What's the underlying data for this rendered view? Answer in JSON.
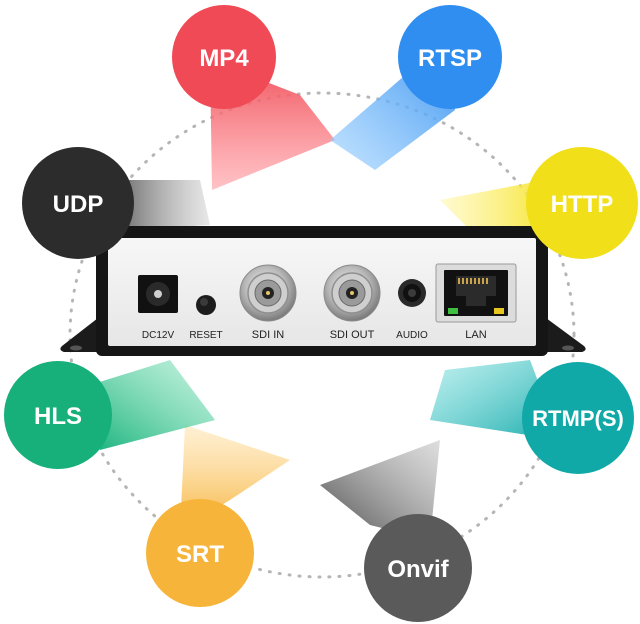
{
  "protocols": [
    {
      "label": "MP4",
      "color": "#ef4a55",
      "light": "#ff8a90"
    },
    {
      "label": "RTSP",
      "color": "#2f8ef0",
      "light": "#7fc0ff"
    },
    {
      "label": "HTTP",
      "color": "#f1df1a",
      "light": "#fff176"
    },
    {
      "label": "RTMP(S)",
      "color": "#11a8a8",
      "light": "#5fd6d6"
    },
    {
      "label": "Onvif",
      "color": "#5a5a5a",
      "light": "#a0a0a0"
    },
    {
      "label": "SRT",
      "color": "#f7b43a",
      "light": "#ffd98a"
    },
    {
      "label": "HLS",
      "color": "#17b07a",
      "light": "#6fdcae"
    },
    {
      "label": "UDP",
      "color": "#2c2c2c",
      "light": "#8a8a8a"
    }
  ],
  "device": {
    "ports": {
      "power": "DC12V",
      "reset": "RESET",
      "sdi_in": "SDI IN",
      "sdi_out": "SDI OUT",
      "audio": "AUDIO",
      "lan": "LAN"
    }
  }
}
